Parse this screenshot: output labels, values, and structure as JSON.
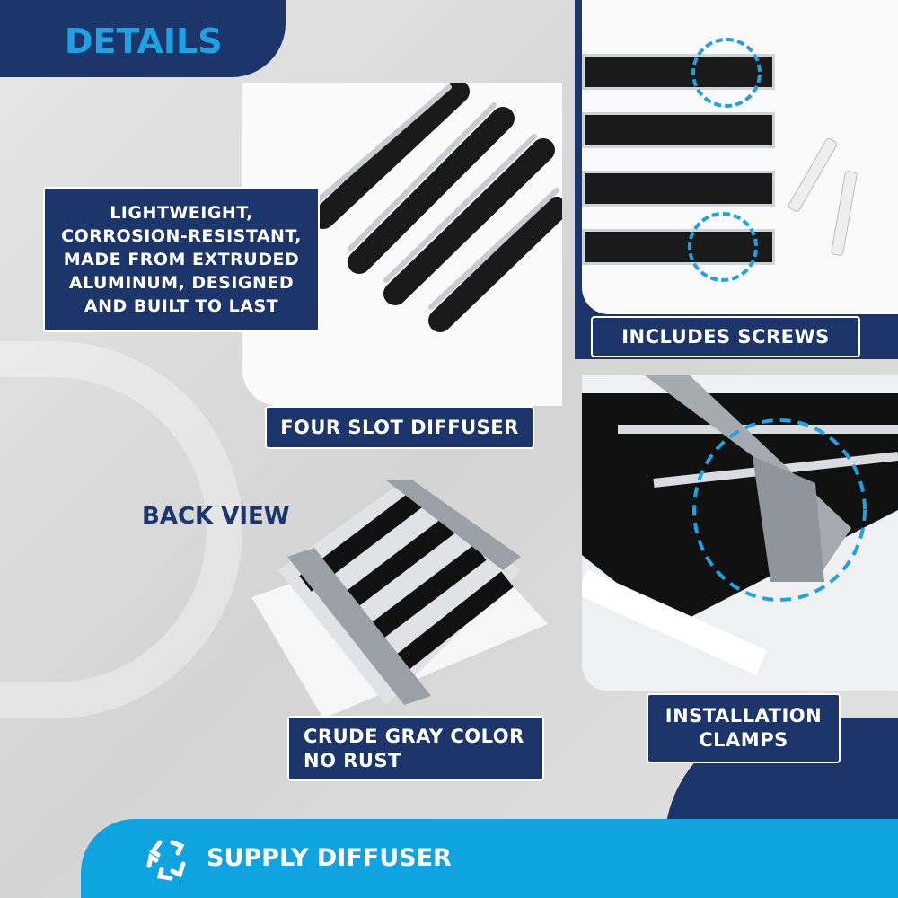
{
  "header": {
    "title": "DETAILS"
  },
  "callouts": {
    "material": [
      "LIGHTWEIGHT,",
      "CORROSION-RESISTANT,",
      "MADE FROM EXTRUDED",
      "ALUMINUM, DESIGNED",
      "AND BUILT TO LAST"
    ],
    "four_slot": "FOUR SLOT DIFFUSER",
    "screws": "INCLUDES SCREWS",
    "clamps": [
      "INSTALLATION",
      "CLAMPS"
    ],
    "back_view": "BACK VIEW",
    "color": [
      "CRUDE GRAY COLOR",
      "NO RUST"
    ]
  },
  "footer": {
    "label": "SUPPLY DIFFUSER",
    "icon": "swirl-logo-icon"
  },
  "colors": {
    "navy": "#1c356a",
    "accent_blue": "#0fa3e0",
    "title_blue": "#1ea2e2"
  }
}
